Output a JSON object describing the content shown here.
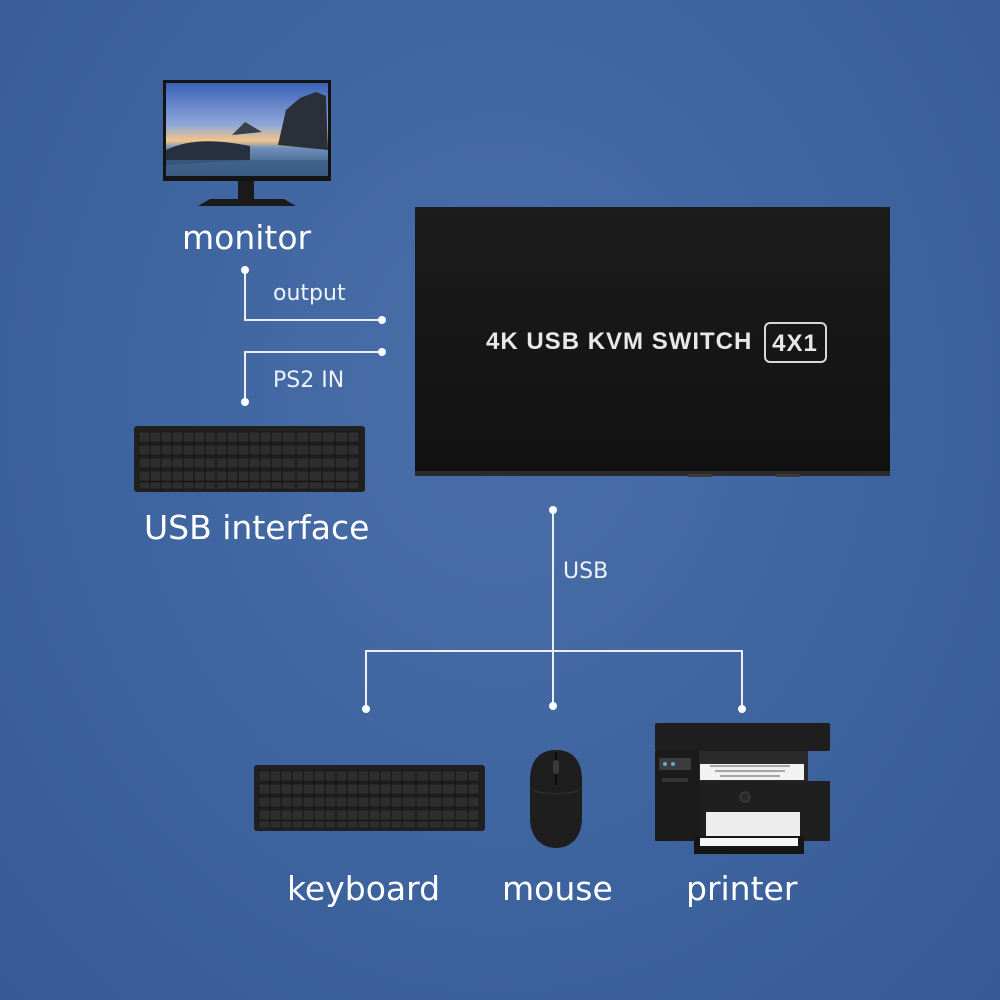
{
  "device": {
    "title": "4K USB KVM SWITCH",
    "badge": "4X1"
  },
  "labels": {
    "monitor": "monitor",
    "output": "output",
    "ps2_in": "PS2 IN",
    "usb_interface": "USB interface",
    "usb": "USB",
    "keyboard": "keyboard",
    "mouse": "mouse",
    "printer": "printer"
  },
  "colors": {
    "background": "#3e64a0",
    "lines": "#ffffff",
    "device": "#151515"
  }
}
